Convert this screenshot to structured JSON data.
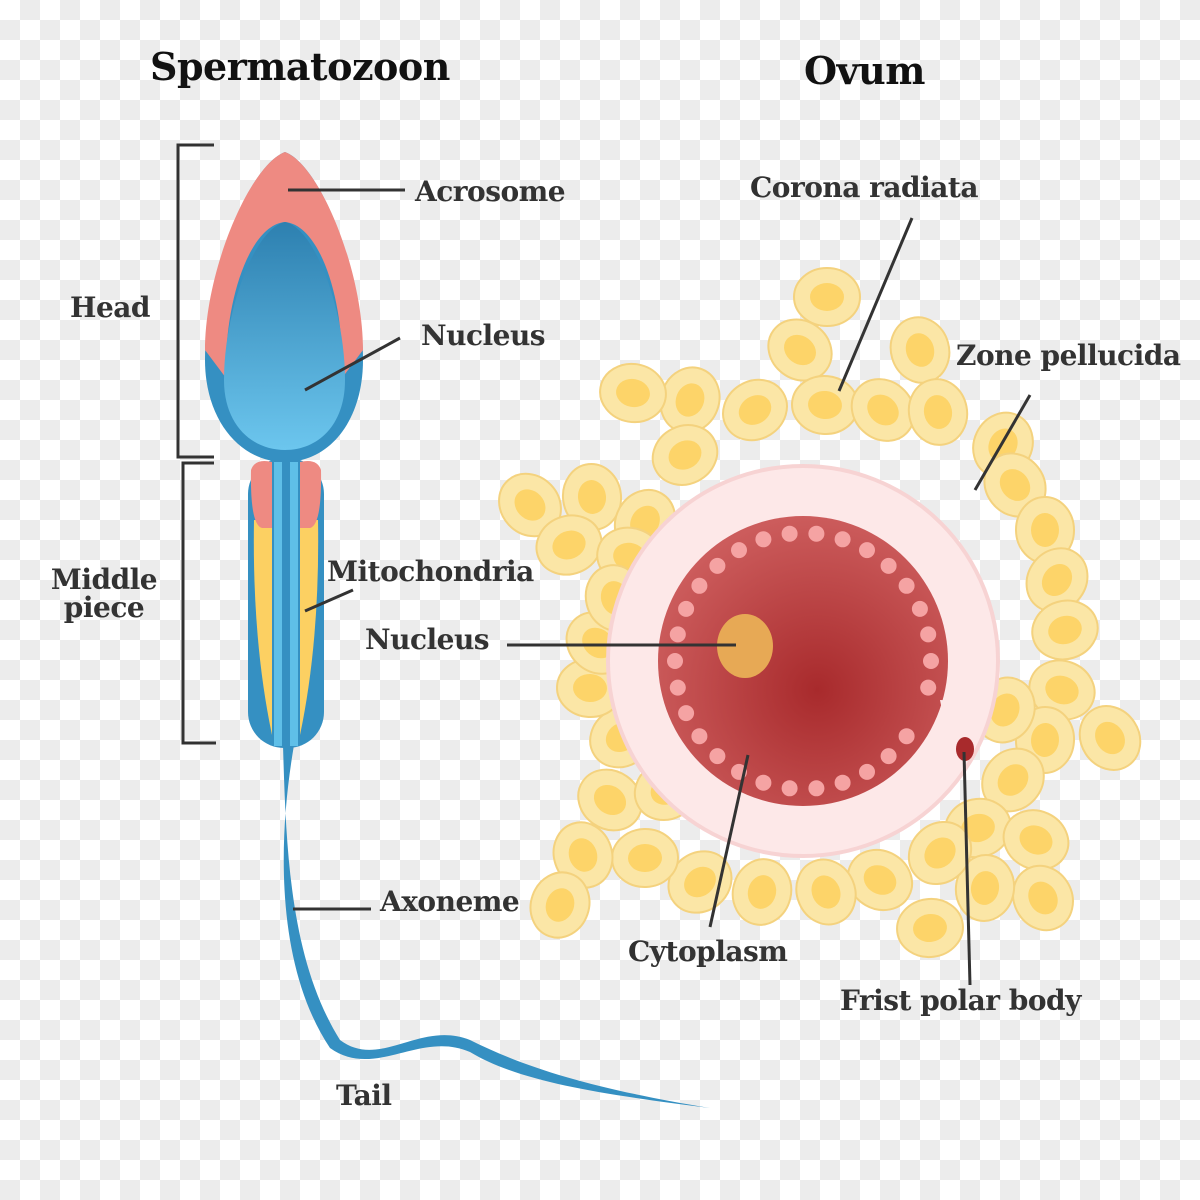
{
  "sperm": {
    "title": "Spermatozoon",
    "labels": {
      "acrosome": "Acrosome",
      "nucleus": "Nucleus",
      "head": "Head",
      "middle_piece_line1": "Middle",
      "middle_piece_line2": "piece",
      "mitochondria": "Mitochondria",
      "axoneme": "Axoneme",
      "tail": "Tail"
    }
  },
  "ovum": {
    "title": "Ovum",
    "labels": {
      "corona_radiata": "Corona radiata",
      "zone_pellucida": "Zone pellucida",
      "nucleus": "Nucleus",
      "cytoplasm": "Cytoplasm",
      "first_polar_body": "Frist polar body"
    }
  },
  "colors": {
    "acrosome": "#ee8a82",
    "sperm_blue": "#3590c2",
    "sperm_light_blue": "#5fbfe8",
    "mitochondria": "#fcd062",
    "cytoplasm": "#b5363a",
    "follicle_cell": "#fbe6a6",
    "follicle_nucleus": "#fdd469",
    "zona": "#fde8e8",
    "ovum_nucleus": "#e7a955"
  }
}
